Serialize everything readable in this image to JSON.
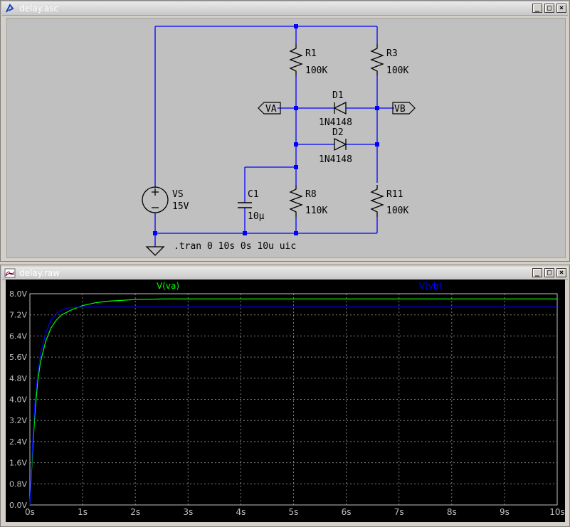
{
  "schematic_window": {
    "title": "delay.asc"
  },
  "plot_window": {
    "title": "delay.raw"
  },
  "window_buttons": {
    "minimize": "_",
    "maximize": "□",
    "close": "×"
  },
  "schematic": {
    "components": {
      "r1": {
        "name": "R1",
        "value": "100K"
      },
      "r3": {
        "name": "R3",
        "value": "100K"
      },
      "r8": {
        "name": "R8",
        "value": "110K"
      },
      "r11": {
        "name": "R11",
        "value": "100K"
      },
      "c1": {
        "name": "C1",
        "value": "10µ"
      },
      "d1": {
        "name": "D1",
        "value": "1N4148"
      },
      "d2": {
        "name": "D2",
        "value": "1N4148"
      },
      "vs": {
        "name": "VS",
        "value": "15V"
      }
    },
    "net_labels": {
      "va": "VA",
      "vb": "VB"
    },
    "directive": ".tran 0 10s 0s 10u uic",
    "wire_color": "#0000ff"
  },
  "chart_data": {
    "type": "line",
    "title": "",
    "xlabel": "",
    "ylabel": "",
    "xlim": [
      0,
      10
    ],
    "ylim": [
      0,
      8
    ],
    "x_tick_labels": [
      "0s",
      "1s",
      "2s",
      "3s",
      "4s",
      "5s",
      "6s",
      "7s",
      "8s",
      "9s",
      "10s"
    ],
    "y_tick_labels": [
      "0.0V",
      "0.8V",
      "1.6V",
      "2.4V",
      "3.2V",
      "4.0V",
      "4.8V",
      "5.6V",
      "6.4V",
      "7.2V",
      "8.0V"
    ],
    "grid": true,
    "background": "#000000",
    "series": [
      {
        "name": "V(va)",
        "color": "#00ff00",
        "x": [
          0,
          0.05,
          0.1,
          0.15,
          0.2,
          0.3,
          0.4,
          0.5,
          0.6,
          0.8,
          1.0,
          1.25,
          1.5,
          2.0,
          2.5,
          3,
          4,
          5,
          6,
          7,
          8,
          9,
          10
        ],
        "y": [
          0,
          2.0,
          3.6,
          4.7,
          5.4,
          6.2,
          6.7,
          7.0,
          7.2,
          7.4,
          7.55,
          7.66,
          7.72,
          7.78,
          7.8,
          7.8,
          7.8,
          7.8,
          7.8,
          7.8,
          7.8,
          7.8,
          7.8
        ]
      },
      {
        "name": "V(vb)",
        "color": "#0000ff",
        "x": [
          0,
          0.05,
          0.1,
          0.15,
          0.2,
          0.3,
          0.4,
          0.5,
          0.6,
          0.7,
          0.8,
          1.0,
          1.5,
          2,
          3,
          4,
          5,
          6,
          7,
          8,
          9,
          10
        ],
        "y": [
          0,
          2.3,
          4.0,
          5.0,
          5.7,
          6.5,
          7.0,
          7.25,
          7.38,
          7.45,
          7.48,
          7.5,
          7.5,
          7.5,
          7.5,
          7.5,
          7.5,
          7.5,
          7.5,
          7.5,
          7.5,
          7.5
        ]
      }
    ]
  }
}
